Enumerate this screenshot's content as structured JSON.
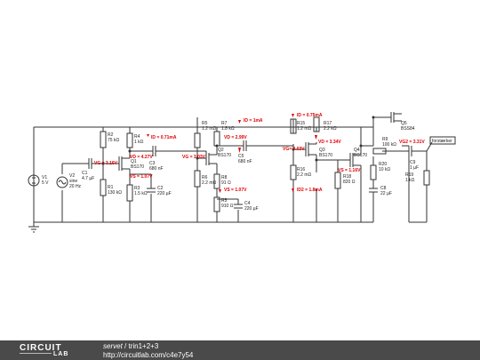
{
  "components": {
    "V1": {
      "name": "V1",
      "value": "5 V"
    },
    "V2": {
      "name": "V2",
      "value": "sine",
      "value2": "20 Hz"
    },
    "C1": {
      "name": "C1",
      "value": "4.7 µF"
    },
    "R1": {
      "name": "R1",
      "value": "130 kΩ"
    },
    "R2": {
      "name": "R2",
      "value": "75 kΩ"
    },
    "R3": {
      "name": "R3",
      "value": "1.5 kΩ"
    },
    "R4": {
      "name": "R4",
      "value": "1 kΩ"
    },
    "C2": {
      "name": "C2",
      "value": "220 µF"
    },
    "C3": {
      "name": "C3",
      "value": "680 nF"
    },
    "Q1": {
      "name": "Q1",
      "value": "BS170"
    },
    "R5": {
      "name": "R5",
      "value": "1.2 mΩ"
    },
    "R6": {
      "name": "R6",
      "value": "2.2 mΩ"
    },
    "R7": {
      "name": "R7",
      "value": "1.8 kΩ"
    },
    "R8": {
      "name": "R8",
      "value": "91 Ω"
    },
    "Q2": {
      "name": "Q2",
      "value": "BS170"
    },
    "C5": {
      "name": "C5",
      "value": "680 nF"
    },
    "R5b": {
      "name": "R5",
      "value": "910 Ω"
    },
    "C4": {
      "name": "C4",
      "value": "220 µF"
    },
    "R15": {
      "name": "R15",
      "value": "1.2 mΩ"
    },
    "R16": {
      "name": "R16",
      "value": "2.2 mΩ"
    },
    "R17": {
      "name": "R17",
      "value": "2.2 kΩ"
    },
    "Q3": {
      "name": "Q3",
      "value": "BS170"
    },
    "R18": {
      "name": "R18",
      "value": "820 Ω"
    },
    "Q4": {
      "name": "Q4",
      "value": "BS170"
    },
    "Q5": {
      "name": "Q5",
      "value": "BSS84"
    },
    "R9": {
      "name": "R9",
      "value": "100 kΩ"
    },
    "R20": {
      "name": "R20",
      "value": "10 kΩ"
    },
    "C8": {
      "name": "C8",
      "value": "22 µF"
    },
    "C9": {
      "name": "C9",
      "value": "1 µF"
    },
    "R19": {
      "name": "R19",
      "value": "1 kΩ"
    }
  },
  "measurements": {
    "id1": "ID = 0.71mA",
    "vd1": "VD = 4.27V",
    "vg1": "VG = 3.16V",
    "vs1": "VS = 1.07V",
    "id2": "ID = 1mA",
    "vd2": "VD = 2.99V",
    "vg2": "VG = 3.03V",
    "vs2": "VS = 1.07V",
    "id3": "ID = 0.75mA",
    "vd3": "VD = 3.34V",
    "vg3": "VG= 3.03V",
    "vs3": "VS = 1.16V",
    "id4": "ID2 = 1.8mA",
    "vg4": "VG2 = 3.31V"
  },
  "output_label": "forstærker",
  "colors": {
    "measurement": "#e00000",
    "footer": "#4a4a4a",
    "wire": "#333333"
  },
  "footer": {
    "logo_top": "CIRCUIT",
    "logo_bottom": "LAB",
    "author": "servet",
    "separator": " / ",
    "title": "trin1+2+3",
    "url": "http://circuitlab.com/c4e7y54"
  }
}
